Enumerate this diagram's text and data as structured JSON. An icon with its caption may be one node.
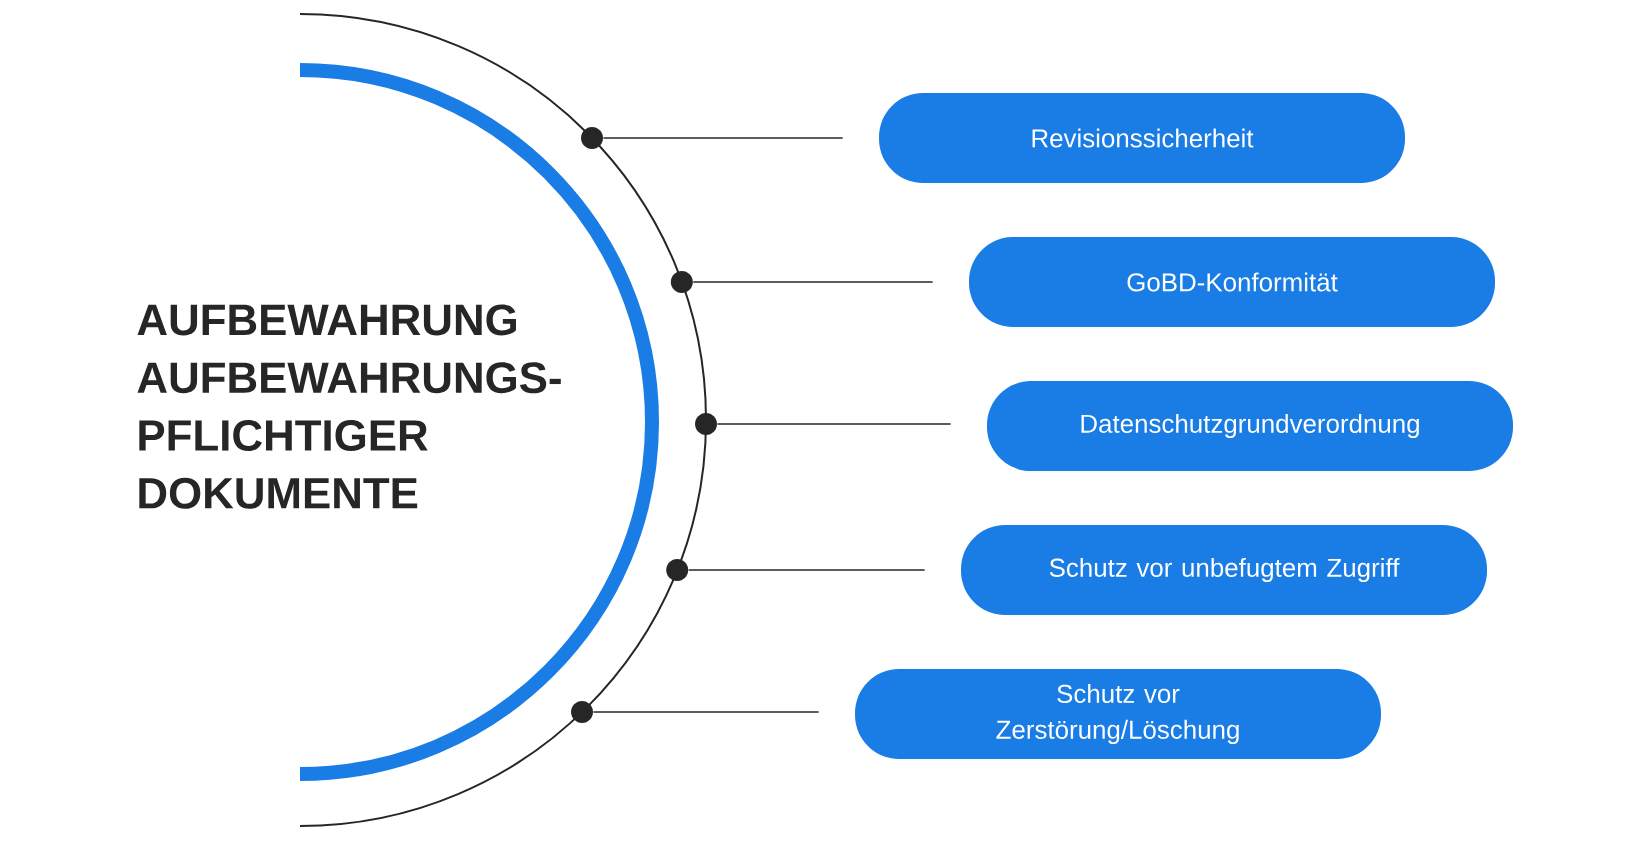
{
  "diagram": {
    "title": "AUFBEWAHRUNG AUFBEWAHRUNGS-PFLICHTIGER DOKUMENTE",
    "nodes": [
      {
        "text": [
          "Revisionssicherheit"
        ]
      },
      {
        "text": [
          "GoBD-Konformität"
        ]
      },
      {
        "text": [
          "Datenschutzgrundverordnung"
        ]
      },
      {
        "text": [
          "Schutz vor unbefugtem Zugriff"
        ]
      },
      {
        "text": [
          "Schutz vor Zerstörung/Löschung"
        ]
      },
      {
        "text": [],
        "shape": "circle"
      },
      {
        "text": [],
        "shape": "circle"
      },
      {
        "text": [],
        "shape": "circle"
      },
      {
        "text": [],
        "shape": "circle"
      },
      {
        "text": [],
        "shape": "circle"
      }
    ],
    "edges": [
      {
        "from": 5,
        "to": 0,
        "arrow": "none"
      },
      {
        "from": 6,
        "to": 1,
        "arrow": "none"
      },
      {
        "from": 7,
        "to": 2,
        "arrow": "none"
      },
      {
        "from": 8,
        "to": 3,
        "arrow": "none"
      },
      {
        "from": 9,
        "to": 4,
        "arrow": "none"
      }
    ]
  }
}
